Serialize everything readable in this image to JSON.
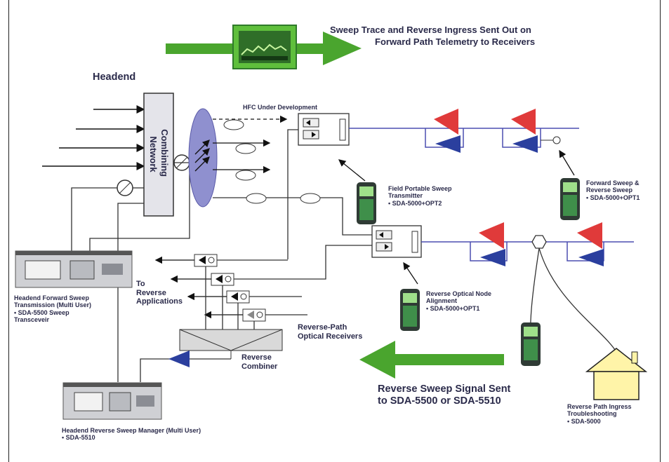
{
  "labels": {
    "top_banner_line1": "Sweep Trace and Reverse Ingress Sent Out on",
    "top_banner_line2": "Forward Path Telemetry to Receivers",
    "headend": "Headend",
    "combining_network": "Combining\nNetwork",
    "hfc": "HFC Under Development",
    "field_portable": "Field Portable Sweep\nTransmitter\n• SDA-5000+OPT2",
    "forward_sweep": "Forward Sweep &\nReverse Sweep\n• SDA-5000+OPT1",
    "to_reverse": "To\nReverse\nApplications",
    "headend_forward": "Headend Forward Sweep\nTransmission (Multi User)\n• SDA-5500 Sweep\nTransceveir",
    "reverse_optical_node": "Reverse Optical Node\nAlignment\n• SDA-5000+OPT1",
    "reverse_path_receivers": "Reverse-Path\nOptical Receivers",
    "reverse_combiner": "Reverse\nCombiner",
    "reverse_sweep_signal": "Reverse Sweep Signal Sent\nto SDA-5500 or SDA-5510",
    "reverse_path_ingress": "Reverse Path Ingress\nTroubleshooting\n• SDA-5000",
    "headend_reverse_manager": "Headend Reverse Sweep Manager (Multi User)\n• SDA-5510"
  },
  "colors": {
    "arrow_green": "#4aa52e",
    "amp_red": "#e03a3a",
    "amp_blue": "#2b3f9e",
    "line_blue": "#4b4fb0",
    "node_ellipse": "#8888cc",
    "combiner_box": "#d9d9d9",
    "house_fill": "#fff4a8",
    "meter_green": "#2f7a3a",
    "meter_screen": "#9fe08a"
  },
  "icons": {
    "meters": "handheld-meter-icon",
    "rack_units": "rack-unit-icon",
    "amplifiers": "amplifier-icon",
    "house": "house-icon",
    "optical_receivers": "optical-receiver-icon",
    "node": "optical-node-icon"
  }
}
